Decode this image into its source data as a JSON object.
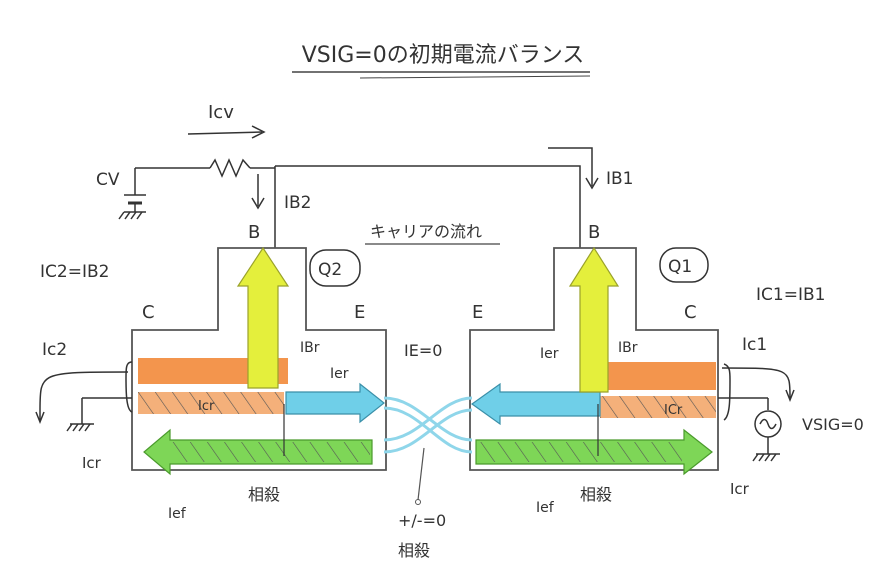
{
  "title": "VSIG=0の初期電流バランス",
  "top": {
    "icv_label": "Icv",
    "cv_label": "CV",
    "ib2_label": "IB2",
    "ib1_label": "IB1",
    "carrier_flow_label": "キャリアの流れ"
  },
  "q2": {
    "name": "Q2",
    "base": "B",
    "collector": "C",
    "emitter": "E",
    "ibr": "IBr",
    "ier": "Ier",
    "icr_inner": "Icr",
    "ic2": "Ic2",
    "icr_left": "Icr",
    "ief": "Ief",
    "cancel": "相殺"
  },
  "q1": {
    "name": "Q1",
    "base": "B",
    "collector": "C",
    "emitter": "E",
    "ibr": "IBr",
    "ier": "Ier",
    "icr_inner": "ICr",
    "ic1": "Ic1",
    "icr_right": "Icr",
    "ief": "Ief",
    "cancel": "相殺"
  },
  "center": {
    "ie_zero": "IE=0",
    "plus_minus_zero": "+/-=0",
    "cancel": "相殺"
  },
  "equations": {
    "ic2_ib2": "IC2=IB2",
    "ic1_ib1": "IC1=IB1"
  },
  "vsig": "VSIG=0",
  "colors": {
    "orange": "#f28a3a",
    "yellow": "#e4ef3c",
    "cyan": "#6fcfe8",
    "green": "#7ed657",
    "ink": "#3a3a3a"
  }
}
